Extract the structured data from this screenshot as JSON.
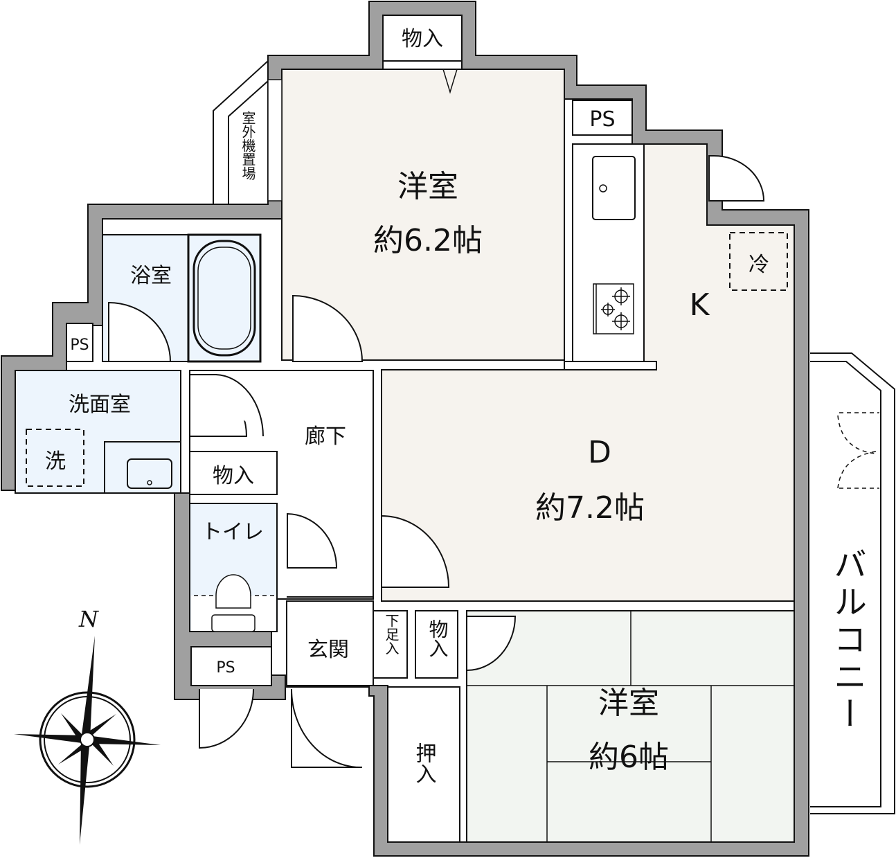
{
  "floorplan": {
    "colors": {
      "wall": "#a0a0a0",
      "line": "#111111",
      "western_room": "#f6f3ee",
      "ldk": "#f6f3ee",
      "wet_area": "#edf5fd",
      "tatami_room": "#f2f5f1",
      "white": "#ffffff"
    },
    "rooms": {
      "western_north": {
        "name": "洋室",
        "size": "約6.2帖"
      },
      "dining": {
        "name": "D",
        "size": "約7.2帖"
      },
      "kitchen": {
        "name": "K"
      },
      "western_south": {
        "name": "洋室",
        "size": "約6帖"
      },
      "bathroom": {
        "name": "浴室"
      },
      "washroom": {
        "name": "洗面室"
      },
      "toilet": {
        "name": "トイレ"
      },
      "hallway": {
        "name": "廊下"
      },
      "entrance": {
        "name": "玄関"
      },
      "balcony": {
        "name": "バルコニー"
      },
      "outdoor_unit": {
        "name": "室外機置場"
      }
    },
    "storage": {
      "closet_top": "物入",
      "closet_hall": "物入",
      "closet_entrance": "物入",
      "shoe_box": "下足入",
      "oshiire": "押入"
    },
    "ps": {
      "ps_kitchen": "PS",
      "ps_bath": "PS",
      "ps_entrance": "PS"
    },
    "fixtures": {
      "fridge": "冷",
      "washer": "洗"
    },
    "compass": {
      "label": "N"
    }
  }
}
